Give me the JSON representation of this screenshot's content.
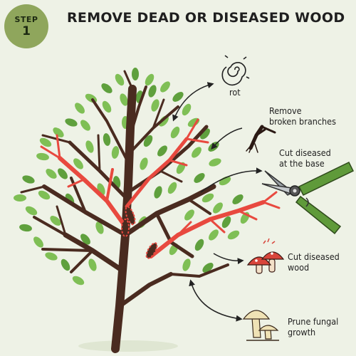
{
  "step": {
    "word": "STEP",
    "number": "1"
  },
  "title": "REMOVE DEAD OR DISEASED WOOD",
  "callouts": {
    "rot": "rot",
    "broken_line1": "Remove",
    "broken_line2": "broken branches",
    "cut_base_line1": "Cut diseased",
    "cut_base_line2": "at the base",
    "cut_wood_line1": "Cut diseased",
    "cut_wood_line2": "wood",
    "fungal_line1": "Prune fungal",
    "fungal_line2": "growth"
  },
  "colors": {
    "background": "#eef2e6",
    "badge": "#8fa65c",
    "trunk": "#4a2b20",
    "diseased": "#e8493f",
    "leaf": "#7fbf55",
    "leaf_dark": "#5fa03d",
    "handle": "#5f9a3a",
    "mushroom_red": "#d8453b",
    "mushroom_cream": "#efe2b5"
  }
}
